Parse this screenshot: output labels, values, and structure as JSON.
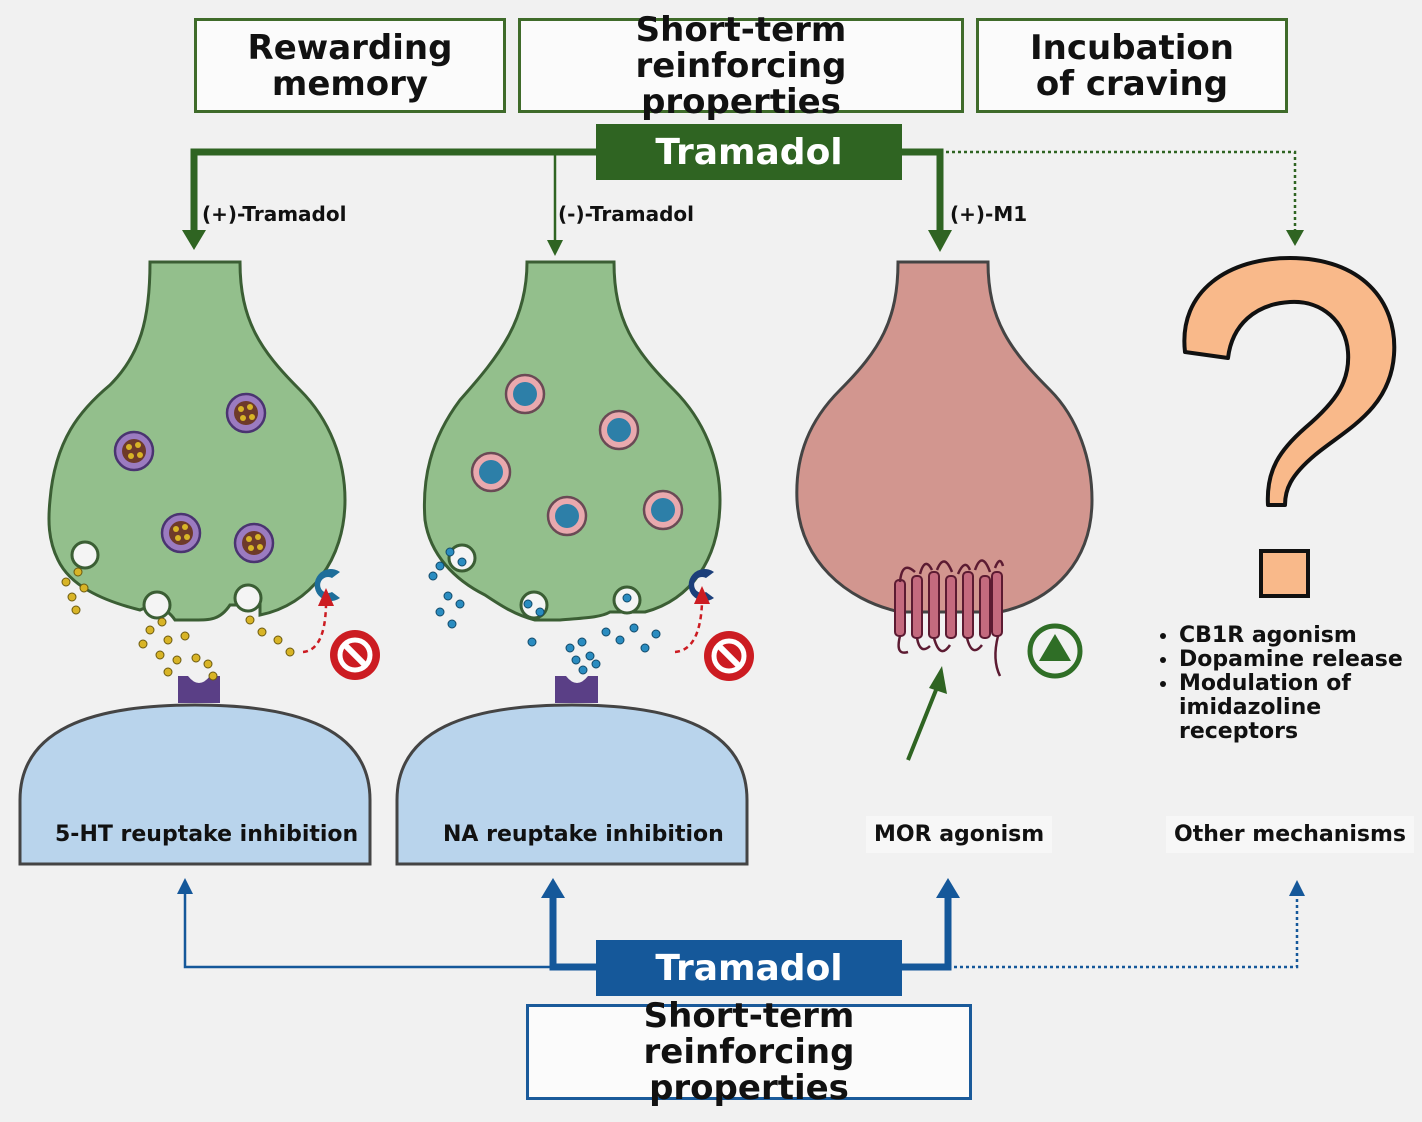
{
  "top_boxes": [
    "Rewarding memory",
    "Short-term reinforcing properties",
    "Incubation of craving"
  ],
  "top_bar": "Tramadol",
  "arrow_labels": [
    "(+)-Tramadol",
    "(-)-Tramadol",
    "(+)-M1"
  ],
  "mechanisms": [
    "5-HT reuptake inhibition",
    "NA reuptake inhibition",
    "MOR agonism",
    "Other mechanisms"
  ],
  "other_list": [
    "CB1R agonism",
    "Dopamine release",
    "Modulation of imidazoline receptors"
  ],
  "question_glyph": "?",
  "bottom_bar": "Tramadol",
  "bottom_box": "Short-term reinforcing properties",
  "colors": {
    "green_dark": "#2f6422",
    "blue_dark": "#15589a",
    "neuron_green": "#93bf8c",
    "neuron_pink": "#d2968f",
    "postsynaptic_blue": "#b9d4ec",
    "question_orange": "#f9b98a",
    "inhibit_red": "#cc1c22"
  }
}
